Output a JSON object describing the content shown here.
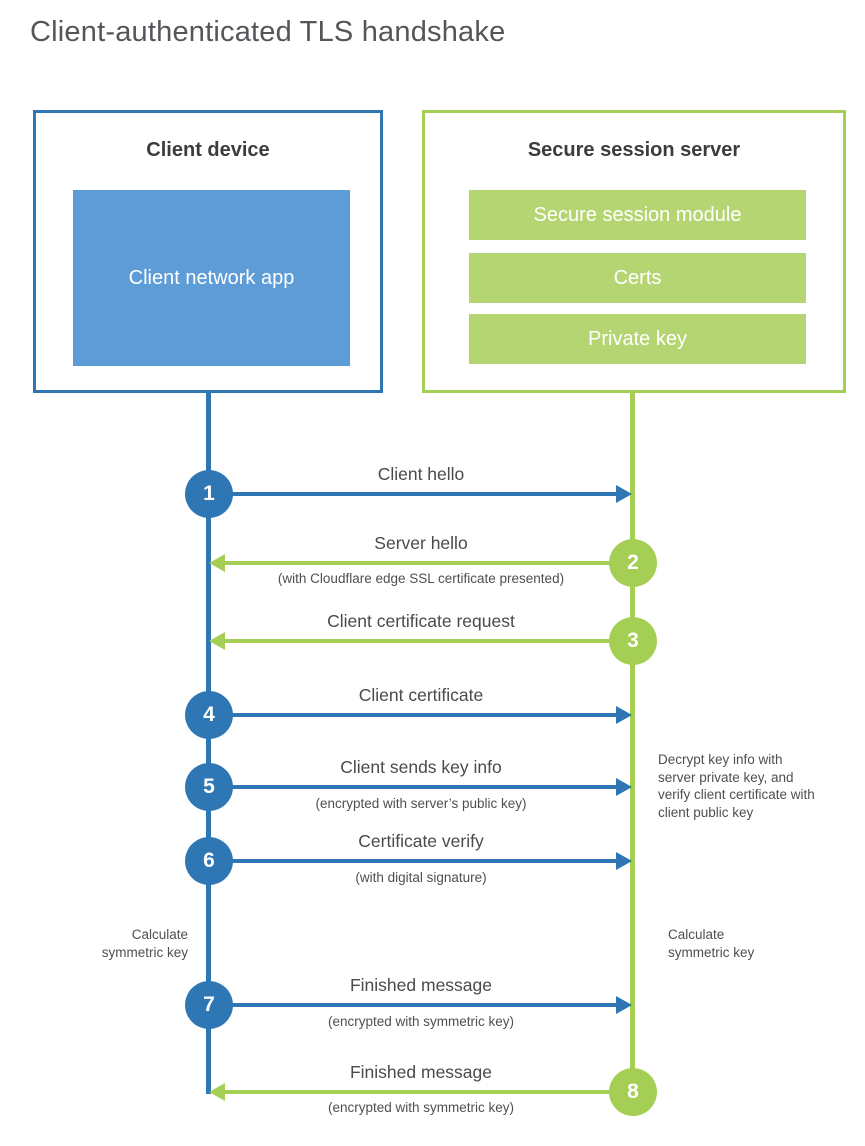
{
  "title": "Client-authenticated TLS handshake",
  "client_box": {
    "title": "Client device",
    "app": "Client network app"
  },
  "server_box": {
    "title": "Secure session server",
    "modules": [
      "Secure session module",
      "Certs",
      "Private key"
    ]
  },
  "messages": [
    {
      "step": "1",
      "from": "client",
      "label": "Client hello",
      "note": ""
    },
    {
      "step": "2",
      "from": "server",
      "label": "Server hello",
      "note": "(with Cloudflare edge SSL certificate presented)"
    },
    {
      "step": "3",
      "from": "server",
      "label": "Client certificate request",
      "note": ""
    },
    {
      "step": "4",
      "from": "client",
      "label": "Client certificate",
      "note": ""
    },
    {
      "step": "5",
      "from": "client",
      "label": "Client sends key info",
      "note": "(encrypted with server’s public key)"
    },
    {
      "step": "6",
      "from": "client",
      "label": "Certificate verify",
      "note": "(with digital signature)"
    },
    {
      "step": "7",
      "from": "client",
      "label": "Finished message",
      "note": "(encrypted with symmetric key)"
    },
    {
      "step": "8",
      "from": "server",
      "label": "Finished message",
      "note": "(encrypted with symmetric key)"
    }
  ],
  "annotations": {
    "client_calculate": "Calculate symmetric key",
    "server_calculate": "Calculate symmetric key",
    "server_decrypt_note": "Decrypt key info with server private key, and verify client certificate with client public key"
  },
  "colors": {
    "blue": "#2f76b5",
    "blue_light": "#5d9cd6",
    "green": "#a5cf54",
    "green_light": "#b5d573"
  }
}
